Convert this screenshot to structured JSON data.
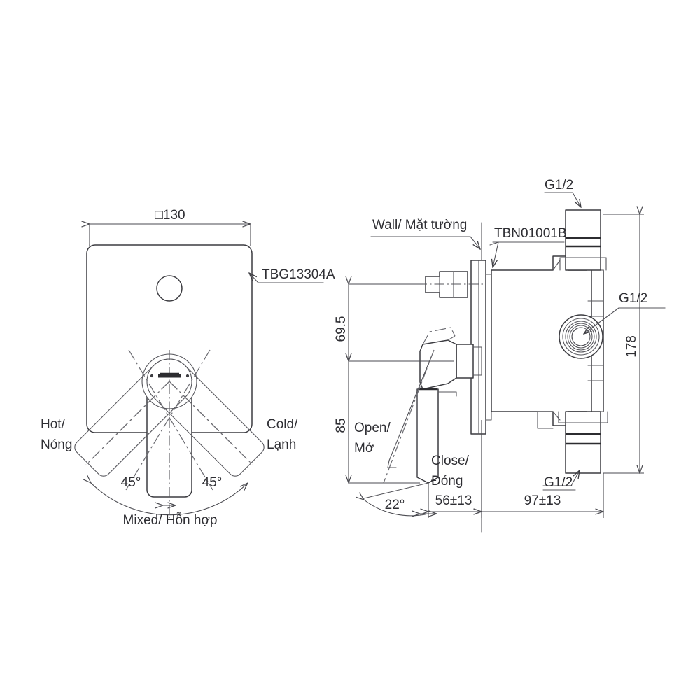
{
  "document": {
    "type": "technical-drawing",
    "subject": "TOTO concealed shower mixer valve dimension drawing",
    "background_color": "#ffffff",
    "line_color": "#3c3c41",
    "text_color": "#2e2e33"
  },
  "front_view": {
    "width_dimension": "□130",
    "part_callout": "TBG13304A",
    "left_label_line1": "Hot/",
    "left_label_line2": "Nóng",
    "right_label_line1": "Cold/",
    "right_label_line2": "Lạnh",
    "angle_left": "45°",
    "angle_right": "45°",
    "bottom_label": "Mixed/ Hỗn hợp"
  },
  "side_view": {
    "wall_label": "Wall/ Mặt tường",
    "valve_callout": "TBN01001B",
    "thread_top": "G1/2",
    "thread_middle": "G1/2",
    "thread_bottom": "G1/2",
    "height_upper": "69.5",
    "height_lower": "85",
    "overall_height": "178",
    "open_label_line1": "Open/",
    "open_label_line2": "Mở",
    "close_label_line1": "Close/",
    "close_label_line2": "Đóng",
    "handle_angle": "22°",
    "depth_handle": "56±13",
    "depth_body": "97±13"
  }
}
